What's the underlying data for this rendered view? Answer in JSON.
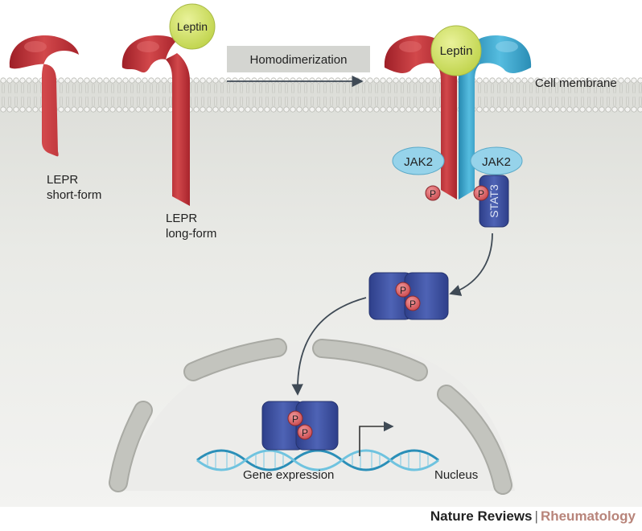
{
  "labels": {
    "leptin_free": "Leptin",
    "leptin_bound": "Leptin",
    "homodimerization": "Homodimerization",
    "cell_membrane": "Cell membrane",
    "lepr_short_line1": "LEPR",
    "lepr_short_line2": "short-form",
    "lepr_long_line1": "LEPR",
    "lepr_long_line2": "long-form",
    "jak2_left": "JAK2",
    "jak2_right": "JAK2",
    "stat3": "STAT3",
    "phospho": "P",
    "gene_expression": "Gene expression",
    "nucleus": "Nucleus"
  },
  "footer": {
    "journal": "Nature Reviews",
    "separator": "|",
    "subject": "Rheumatology"
  },
  "colors": {
    "receptor_red": "#c23a3f",
    "receptor_blue": "#3fa6c9",
    "leptin": "#cfe06a",
    "jak2": "#8fd0e8",
    "stat3": "#3a4f9e",
    "phospho": "#e0686c",
    "nuclear_envelope": "#b7b8b2",
    "dna": "#3aa0c4",
    "cytoplasm": "#e8e9e5"
  }
}
